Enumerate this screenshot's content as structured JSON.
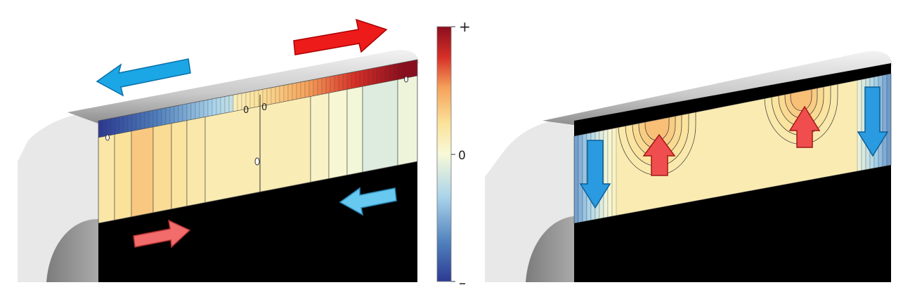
{
  "colorbar": {
    "max_label": "+",
    "mid_label": "0",
    "min_label": "–",
    "stops": [
      "#2c3a93",
      "#4f7fbc",
      "#a9d3ea",
      "#f8f9d8",
      "#fbe29a",
      "#f5a25a",
      "#d73027",
      "#8b0d1e"
    ]
  },
  "left_panel": {
    "contour_labels": [
      "0",
      "0"
    ]
  },
  "colors": {
    "arrow_red": "#ee1b1b",
    "arrow_blue": "#1ba7e6",
    "arrow_light_red": "#f26c6c",
    "arrow_light_blue": "#67c9f0",
    "arrow_mid_red": "#f04e4e",
    "arrow_mid_blue": "#2a9be0",
    "background_black": "#000000",
    "body_gray": "#e6e6e6"
  },
  "icons": {
    "arrows": [
      "arrow-left-icon",
      "arrow-right-icon",
      "arrow-up-icon",
      "arrow-down-icon"
    ]
  }
}
